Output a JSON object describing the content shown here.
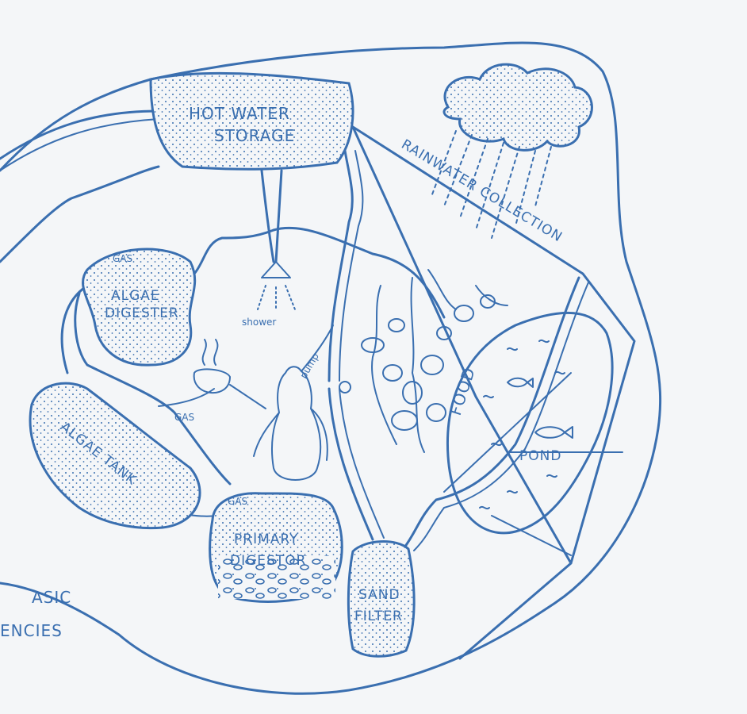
{
  "labels": {
    "hot_water_1": "HOT WATER",
    "hot_water_2": "STORAGE",
    "rainwater": "RAINWATER COLLECTION",
    "gas_top": "GAS",
    "algae_digester_1": "ALGAE",
    "algae_digester_2": "DIGESTER",
    "shower": "shower",
    "pump": "pump",
    "food": "FOOD",
    "gas_mid": "GAS",
    "algae_tank": "ALGAE TANK",
    "pond": "POND",
    "gas_low": "GAS",
    "primary_1": "PRIMARY",
    "primary_2": "DIGESTOR",
    "sand_1": "SAND",
    "sand_2": "FILTER",
    "corner_1": "ASIC",
    "corner_2": "ENCIES"
  },
  "colors": {
    "ink": "#3a6fb0",
    "paper": "#f4f6f8"
  }
}
